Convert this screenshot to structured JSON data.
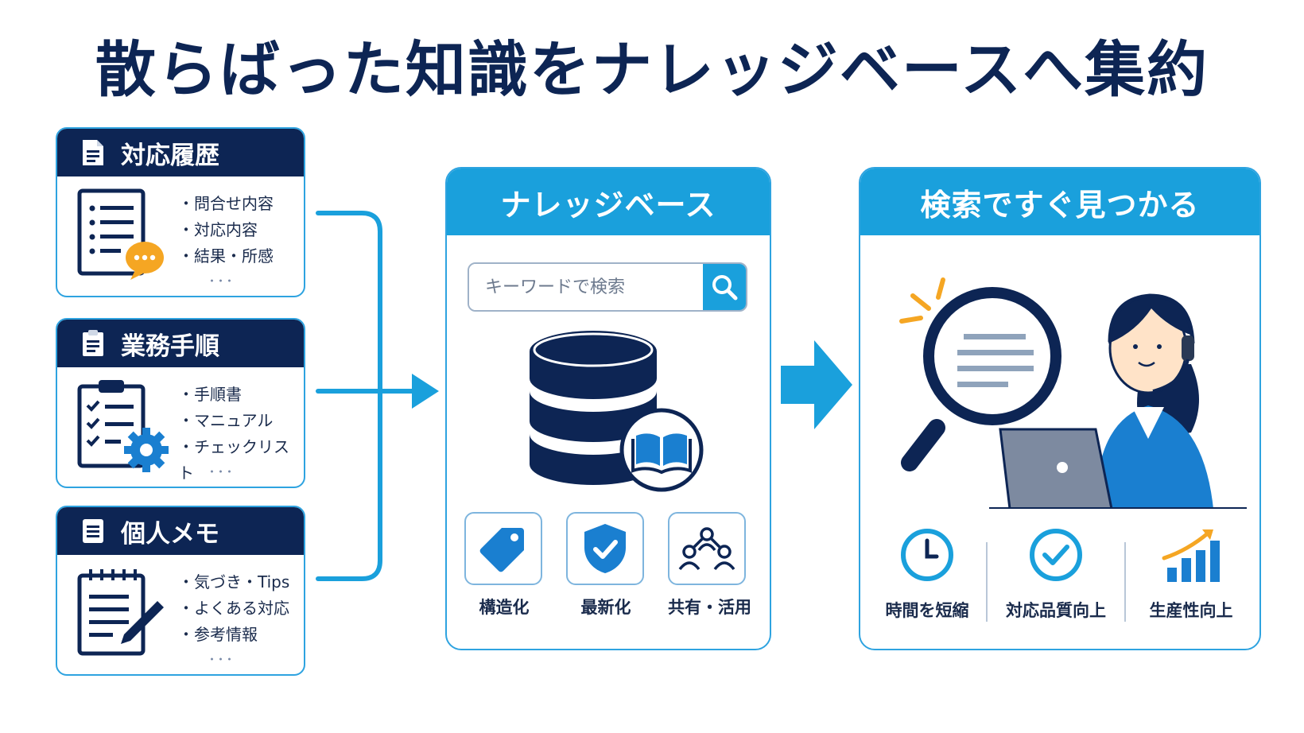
{
  "title": "散らばった知識をナレッジベースへ集約",
  "sources": [
    {
      "title": "対応履歴",
      "items": [
        "問合せ内容",
        "対応内容",
        "結果・所感"
      ],
      "more": "･･･"
    },
    {
      "title": "業務手順",
      "items": [
        "手順書",
        "マニュアル",
        "チェックリスト"
      ],
      "more": "･･･"
    },
    {
      "title": "個人メモ",
      "items": [
        "気づき・Tips",
        "よくある対応",
        "参考情報"
      ],
      "more": "･･･"
    }
  ],
  "knowledge_base": {
    "title": "ナレッジベース",
    "search_placeholder": "キーワードで検索",
    "features": [
      "構造化",
      "最新化",
      "共有・活用"
    ]
  },
  "result": {
    "title": "検索ですぐ見つかる",
    "benefits": [
      "時間を短縮",
      "対応品質向上",
      "生産性向上"
    ]
  },
  "colors": {
    "navy": "#0d2554",
    "accent_blue": "#1aa0dc",
    "orange": "#f5a623"
  },
  "icons": [
    "document-icon",
    "chat-bubble-icon",
    "clipboard-icon",
    "gear-icon",
    "notepad-icon",
    "pen-icon",
    "search-icon",
    "database-icon",
    "book-icon",
    "tag-icon",
    "shield-check-icon",
    "people-icon",
    "magnifier-icon",
    "headset-operator-icon",
    "laptop-icon",
    "clock-icon",
    "check-circle-icon",
    "bar-chart-up-icon"
  ]
}
